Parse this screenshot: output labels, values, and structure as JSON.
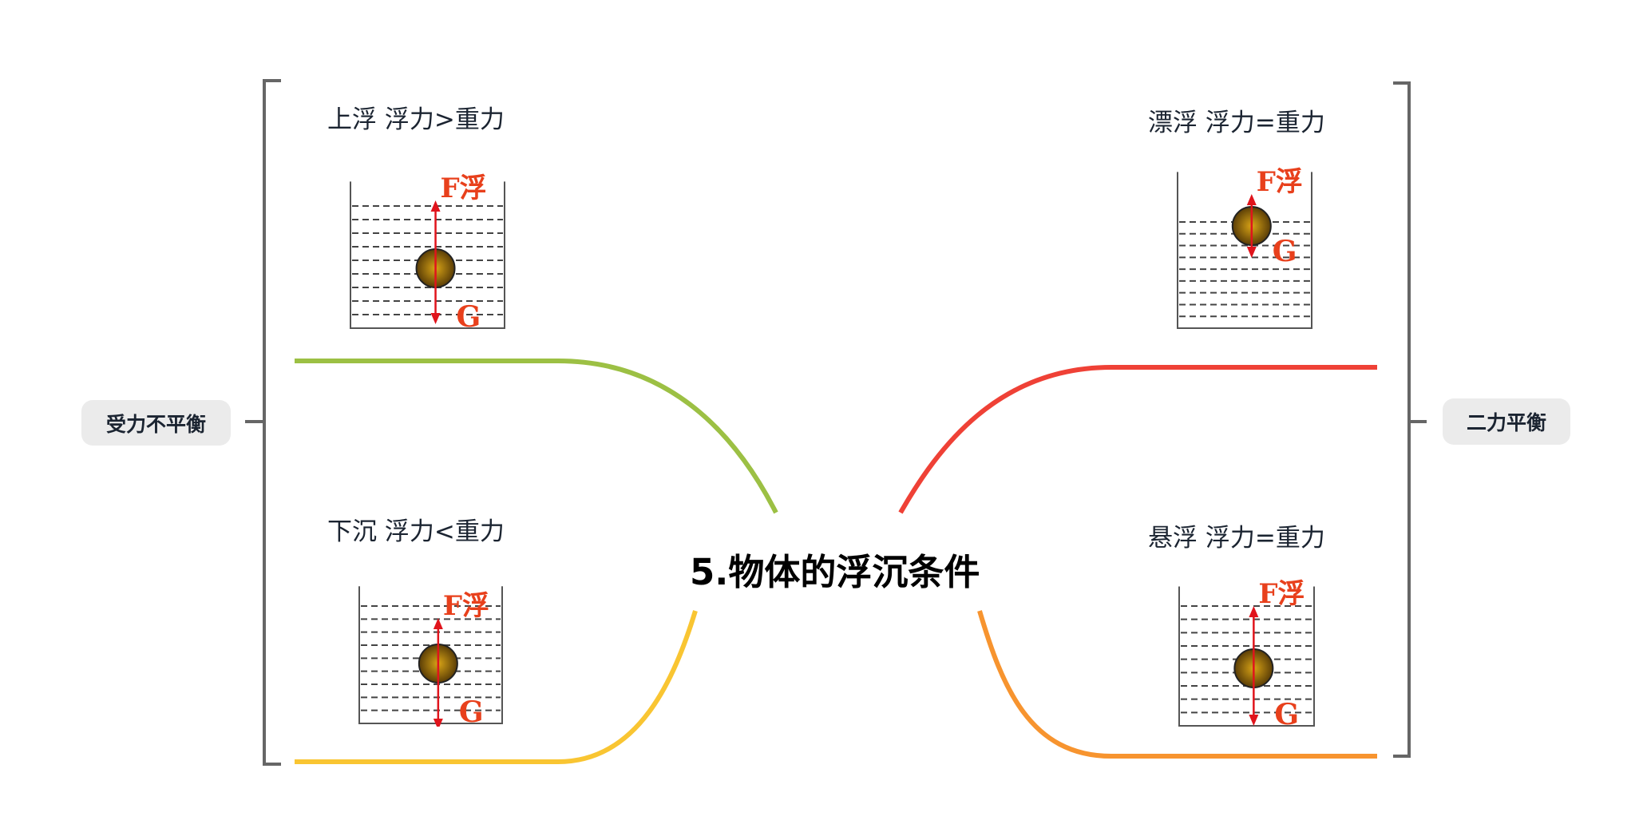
{
  "title": "5.物体的浮沉条件",
  "groups": {
    "left": {
      "label": "受力不平衡"
    },
    "right": {
      "label": "二力平衡"
    }
  },
  "branches": [
    {
      "label": "上浮 浮力>重力",
      "color": "#9cc044"
    },
    {
      "label": "下沉 浮力<重力",
      "color": "#f9c532"
    },
    {
      "label": "漂浮 浮力=重力",
      "color": "#ef4136"
    },
    {
      "label": "悬浮 浮力=重力",
      "color": "#f7942f"
    }
  ],
  "figure": {
    "buoyancy_label": "F浮",
    "gravity_label": "G"
  }
}
